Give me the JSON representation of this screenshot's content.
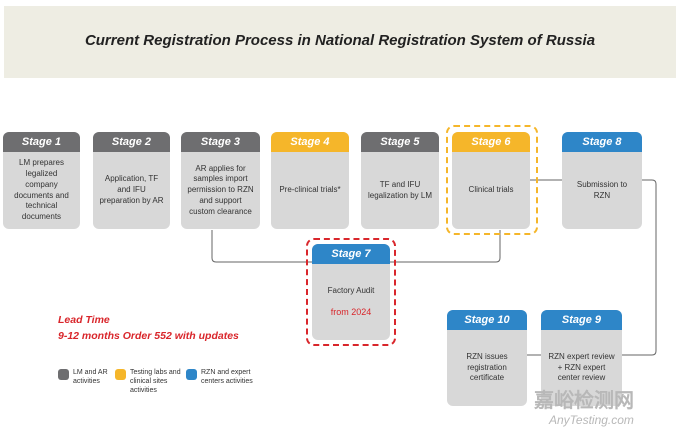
{
  "title": "Current Registration Process in National Registration System of Russia",
  "stages": [
    {
      "id": "1",
      "header": "Stage 1",
      "text": "LM prepares legalized company documents and technical documents"
    },
    {
      "id": "2",
      "header": "Stage 2",
      "text": "Application, TF and IFU preparation by AR"
    },
    {
      "id": "3",
      "header": "Stage 3",
      "text": "AR applies for samples import permission to RZN and support custom clearance"
    },
    {
      "id": "4",
      "header": "Stage 4",
      "text": "Pre-clinical trials*"
    },
    {
      "id": "5",
      "header": "Stage 5",
      "text": "TF and IFU legalization by LM"
    },
    {
      "id": "6",
      "header": "Stage 6",
      "text": "Clinical trials"
    },
    {
      "id": "7",
      "header": "Stage 7",
      "text": "Factory Audit",
      "note": "from 2024"
    },
    {
      "id": "8",
      "header": "Stage 8",
      "text": "Submission to RZN"
    },
    {
      "id": "9",
      "header": "Stage 9",
      "text": "RZN expert review + RZN expert center review"
    },
    {
      "id": "10",
      "header": "Stage 10",
      "text": "RZN issues registration certificate"
    }
  ],
  "lead_time": {
    "line1": "Lead Time",
    "line2": "9-12 months Order 552 with updates"
  },
  "legend": [
    {
      "label": "LM and AR activities",
      "color": "#6e6e70"
    },
    {
      "label": "Testing labs and clinical sites activities",
      "color": "#f5b62a"
    },
    {
      "label": "RZN and expert centers activities",
      "color": "#2e86c8"
    }
  ],
  "watermark": {
    "cn": "嘉峪检测网",
    "en": "AnyTesting.com"
  },
  "colors": {
    "gray": "#6e6e70",
    "yellow": "#f5b62a",
    "blue": "#2e86c8",
    "red": "#d9262b",
    "box": "#d8d8d8"
  }
}
